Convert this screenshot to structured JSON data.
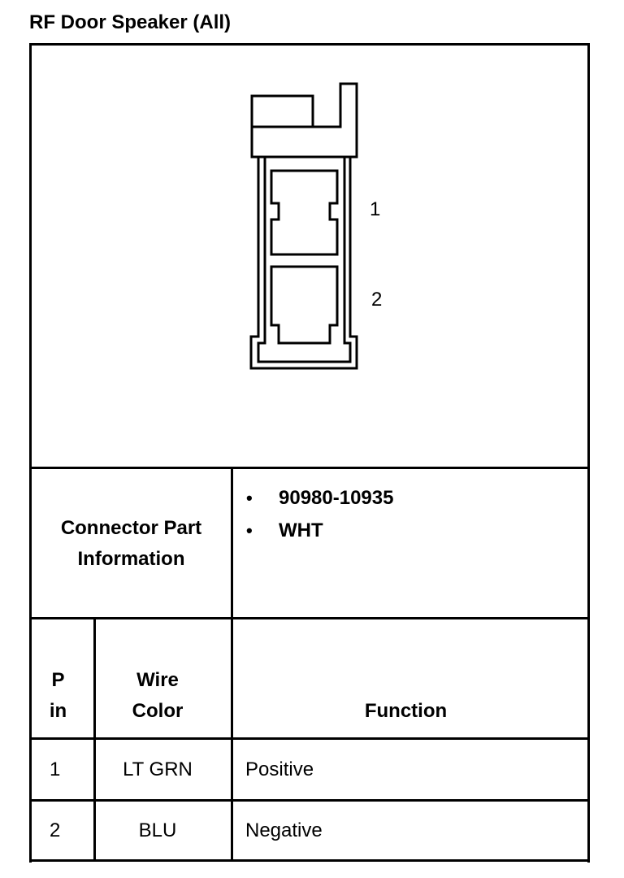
{
  "title": "RF Door Speaker (All)",
  "connector": {
    "cavity_labels": [
      "1",
      "2"
    ]
  },
  "part_info": {
    "label_line1": "Connector Part",
    "label_line2": "Information",
    "items": [
      "90980-10935",
      "WHT"
    ]
  },
  "table": {
    "headers": {
      "pin_line1": "P",
      "pin_line2": "in",
      "wire_line1": "Wire",
      "wire_line2": "Color",
      "function": "Function"
    },
    "rows": [
      {
        "pin": "1",
        "wire_color": "LT GRN",
        "function": "Positive"
      },
      {
        "pin": "2",
        "wire_color": "BLU",
        "function": "Negative"
      }
    ]
  }
}
